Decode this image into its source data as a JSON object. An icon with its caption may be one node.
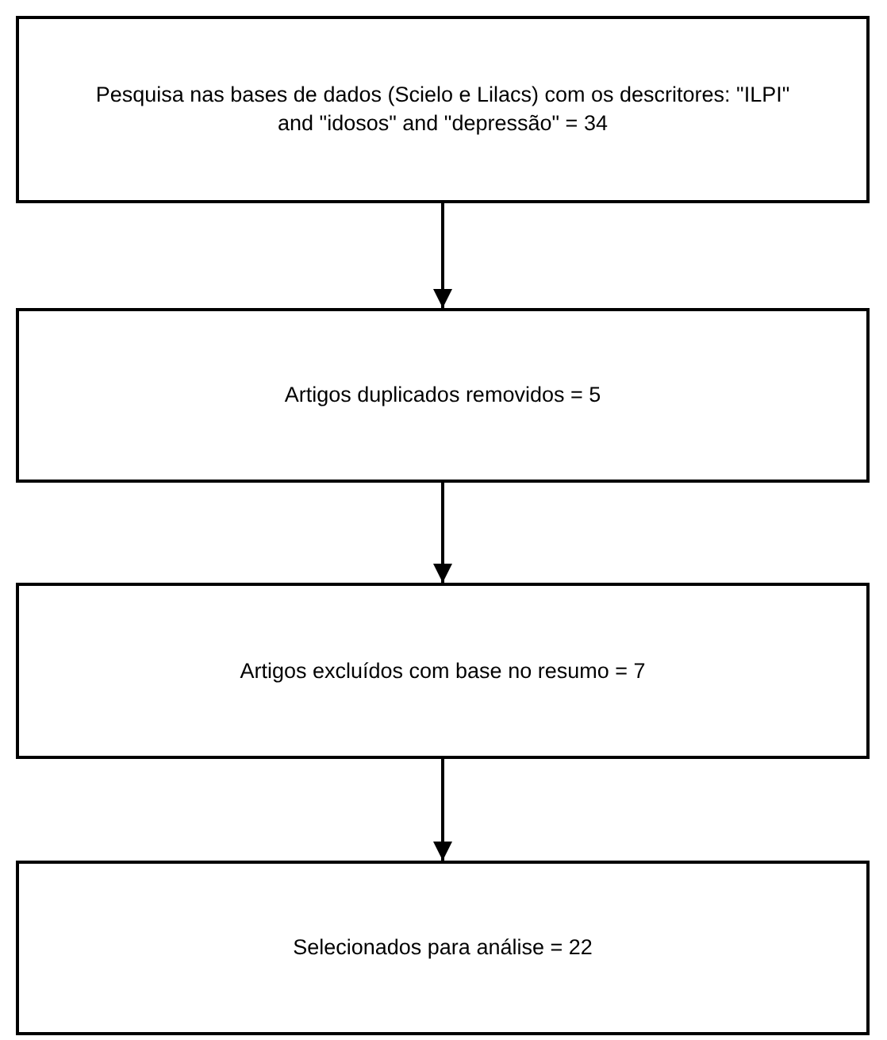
{
  "diagram": {
    "nodes": [
      {
        "text": [
          "Pesquisa nas bases de dados (Scielo e Lilacs) com os descritores: \"ILPI\" and \"idosos\" and \"depressão\" = 34"
        ]
      },
      {
        "text": [
          "Artigos duplicados removidos = 5"
        ]
      },
      {
        "text": [
          "Artigos excluídos com base no resumo = 7"
        ]
      },
      {
        "text": [
          "Selecionados para análise = 22"
        ]
      }
    ],
    "edges": [
      {
        "from": 0,
        "to": 1,
        "arrow": "to"
      },
      {
        "from": 1,
        "to": 2,
        "arrow": "to"
      },
      {
        "from": 2,
        "to": 3,
        "arrow": "to"
      }
    ]
  }
}
